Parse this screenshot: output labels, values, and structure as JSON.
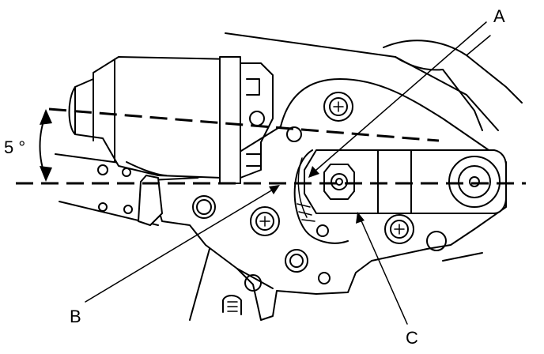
{
  "diagram": {
    "angle_label": "5 °",
    "callouts": {
      "a": "A",
      "b": "B",
      "c": "C"
    }
  }
}
